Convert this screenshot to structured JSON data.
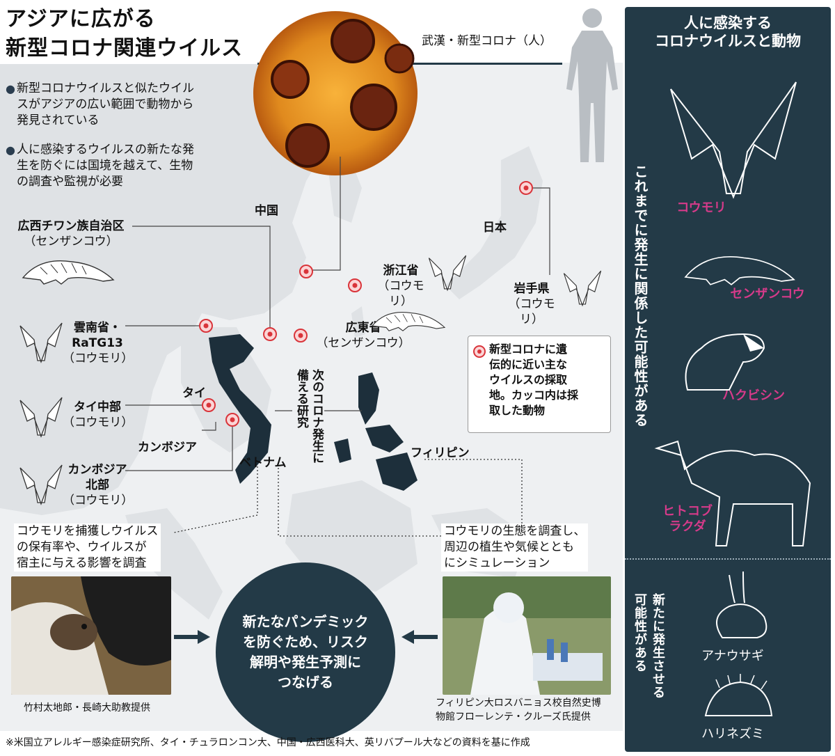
{
  "title": {
    "line1": "アジアに広がる",
    "line2": "新型コロナ関連ウイルス"
  },
  "wuhan_label": "武漢・新型コロナ（人）",
  "bullets": [
    {
      "lines": [
        "新型コロナウイルスと似たウイル",
        "スがアジアの広い範囲で動物から",
        "発見されている"
      ]
    },
    {
      "lines": [
        "人に感染するウイルスの新たな発",
        "生を防ぐには国境を越えて、生物",
        "の調査や監視が必要"
      ]
    }
  ],
  "map": {
    "china": "中国",
    "japan": "日本",
    "thailand": "タイ",
    "cambodia": "カンボジア",
    "vietnam": "ベトナム",
    "philippines": "フィリピン",
    "research_label": "次のコロナ発生に備える研究"
  },
  "sites": {
    "guangxi": {
      "name": "広西チワン族自治区",
      "animal": "（センザンコウ）"
    },
    "yunnan": {
      "name1": "雲南省・",
      "name2": "RaTG13",
      "animal": "（コウモリ）"
    },
    "thai_central": {
      "name": "タイ中部",
      "animal": "（コウモリ）"
    },
    "cambodia_north": {
      "name1": "カンボジア",
      "name2": "北部",
      "animal": "（コウモリ）"
    },
    "zhejiang": {
      "name": "浙江省",
      "animal": "（コウモリ）"
    },
    "guangdong": {
      "name": "広東省",
      "animal": "（センザンコウ）"
    },
    "iwate": {
      "name": "岩手県",
      "animal": "（コウモリ）"
    }
  },
  "legend": {
    "lines": [
      "新型コロナに遺",
      "伝的に近い主な",
      "ウイルスの採取",
      "地。カッコ内は採",
      "取した動物"
    ]
  },
  "research": {
    "left": [
      "コウモリを捕獲しウイルス",
      "の保有率や、ウイルスが",
      "宿主に与える影響を調査"
    ],
    "right": [
      "コウモリの生態を調査し、",
      "周辺の植生や気候ととも",
      "にシミュレーション"
    ],
    "center": [
      "新たなパンデミック",
      "を防ぐため、リスク",
      "解明や発生予測に",
      "つなげる"
    ]
  },
  "credits": {
    "left": "竹村太地郎・長崎大助教提供",
    "right_line1": "フィリピン大ロスバニョス校自然史博",
    "right_line2": "物館フローレンテ・クルーズ氏提供"
  },
  "source": "※米国立アレルギー感染症研究所、タイ・チュラロンコン大、中国・広西医科大、英リバプール大などの資料を基に作成",
  "panel": {
    "title_line1": "人に感染する",
    "title_line2": "コロナウイルスと動物",
    "side_upper": "これまでに発生に関係した可能性がある",
    "side_lower_1": "新たに発生させる",
    "side_lower_2": "可能性がある",
    "animals_past": [
      "コウモリ",
      "センザンコウ",
      "ハクビシン"
    ],
    "camel_line1": "ヒトコブ",
    "camel_line2": "ラクダ",
    "animals_new": [
      "アナウサギ",
      "ハリネズミ"
    ]
  },
  "colors": {
    "panel_bg": "#233a47",
    "accent_pink": "#d63a8a",
    "marker_red": "#d9343a",
    "map_land": "#dde0e3",
    "vietnam_dark": "#1d2f3b"
  }
}
